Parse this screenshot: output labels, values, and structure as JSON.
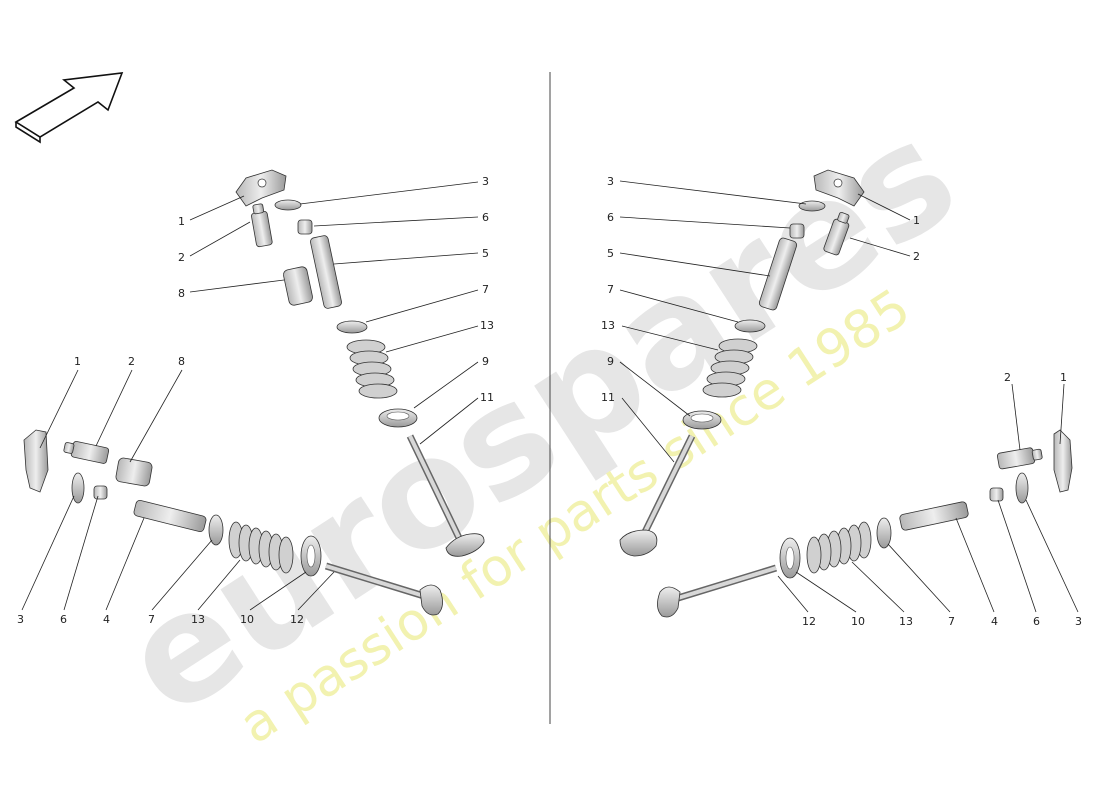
{
  "watermark": {
    "logo": "eurospares",
    "tagline": "a passion for parts since 1985"
  },
  "callouts_left": {
    "c1": "1",
    "c2": "2",
    "c3": "3",
    "c5": "5",
    "c6": "6",
    "c7": "7",
    "c8": "8",
    "c9": "9",
    "c11": "11",
    "c13": "13"
  },
  "callouts_left_exploded": {
    "c1": "1",
    "c2": "2",
    "c8": "8",
    "c3": "3",
    "c6": "6",
    "c4": "4",
    "c7": "7",
    "c13": "13",
    "c10": "10",
    "c12": "12"
  },
  "callouts_right": {
    "c3": "3",
    "c6": "6",
    "c5": "5",
    "c7": "7",
    "c13": "13",
    "c9": "9",
    "c11": "11",
    "c1": "1",
    "c2": "2"
  },
  "callouts_right_exploded": {
    "c2": "2",
    "c1": "1",
    "c12": "12",
    "c10": "10",
    "c13": "13",
    "c7": "7",
    "c4": "4",
    "c6": "6",
    "c3": "3"
  },
  "colors": {
    "part_fill": "#dcdcdc",
    "part_shade": "#a8a8a8",
    "line": "#222222",
    "watermark_gray": "#e6e6e6",
    "watermark_yellow": "#f2f2b0"
  }
}
